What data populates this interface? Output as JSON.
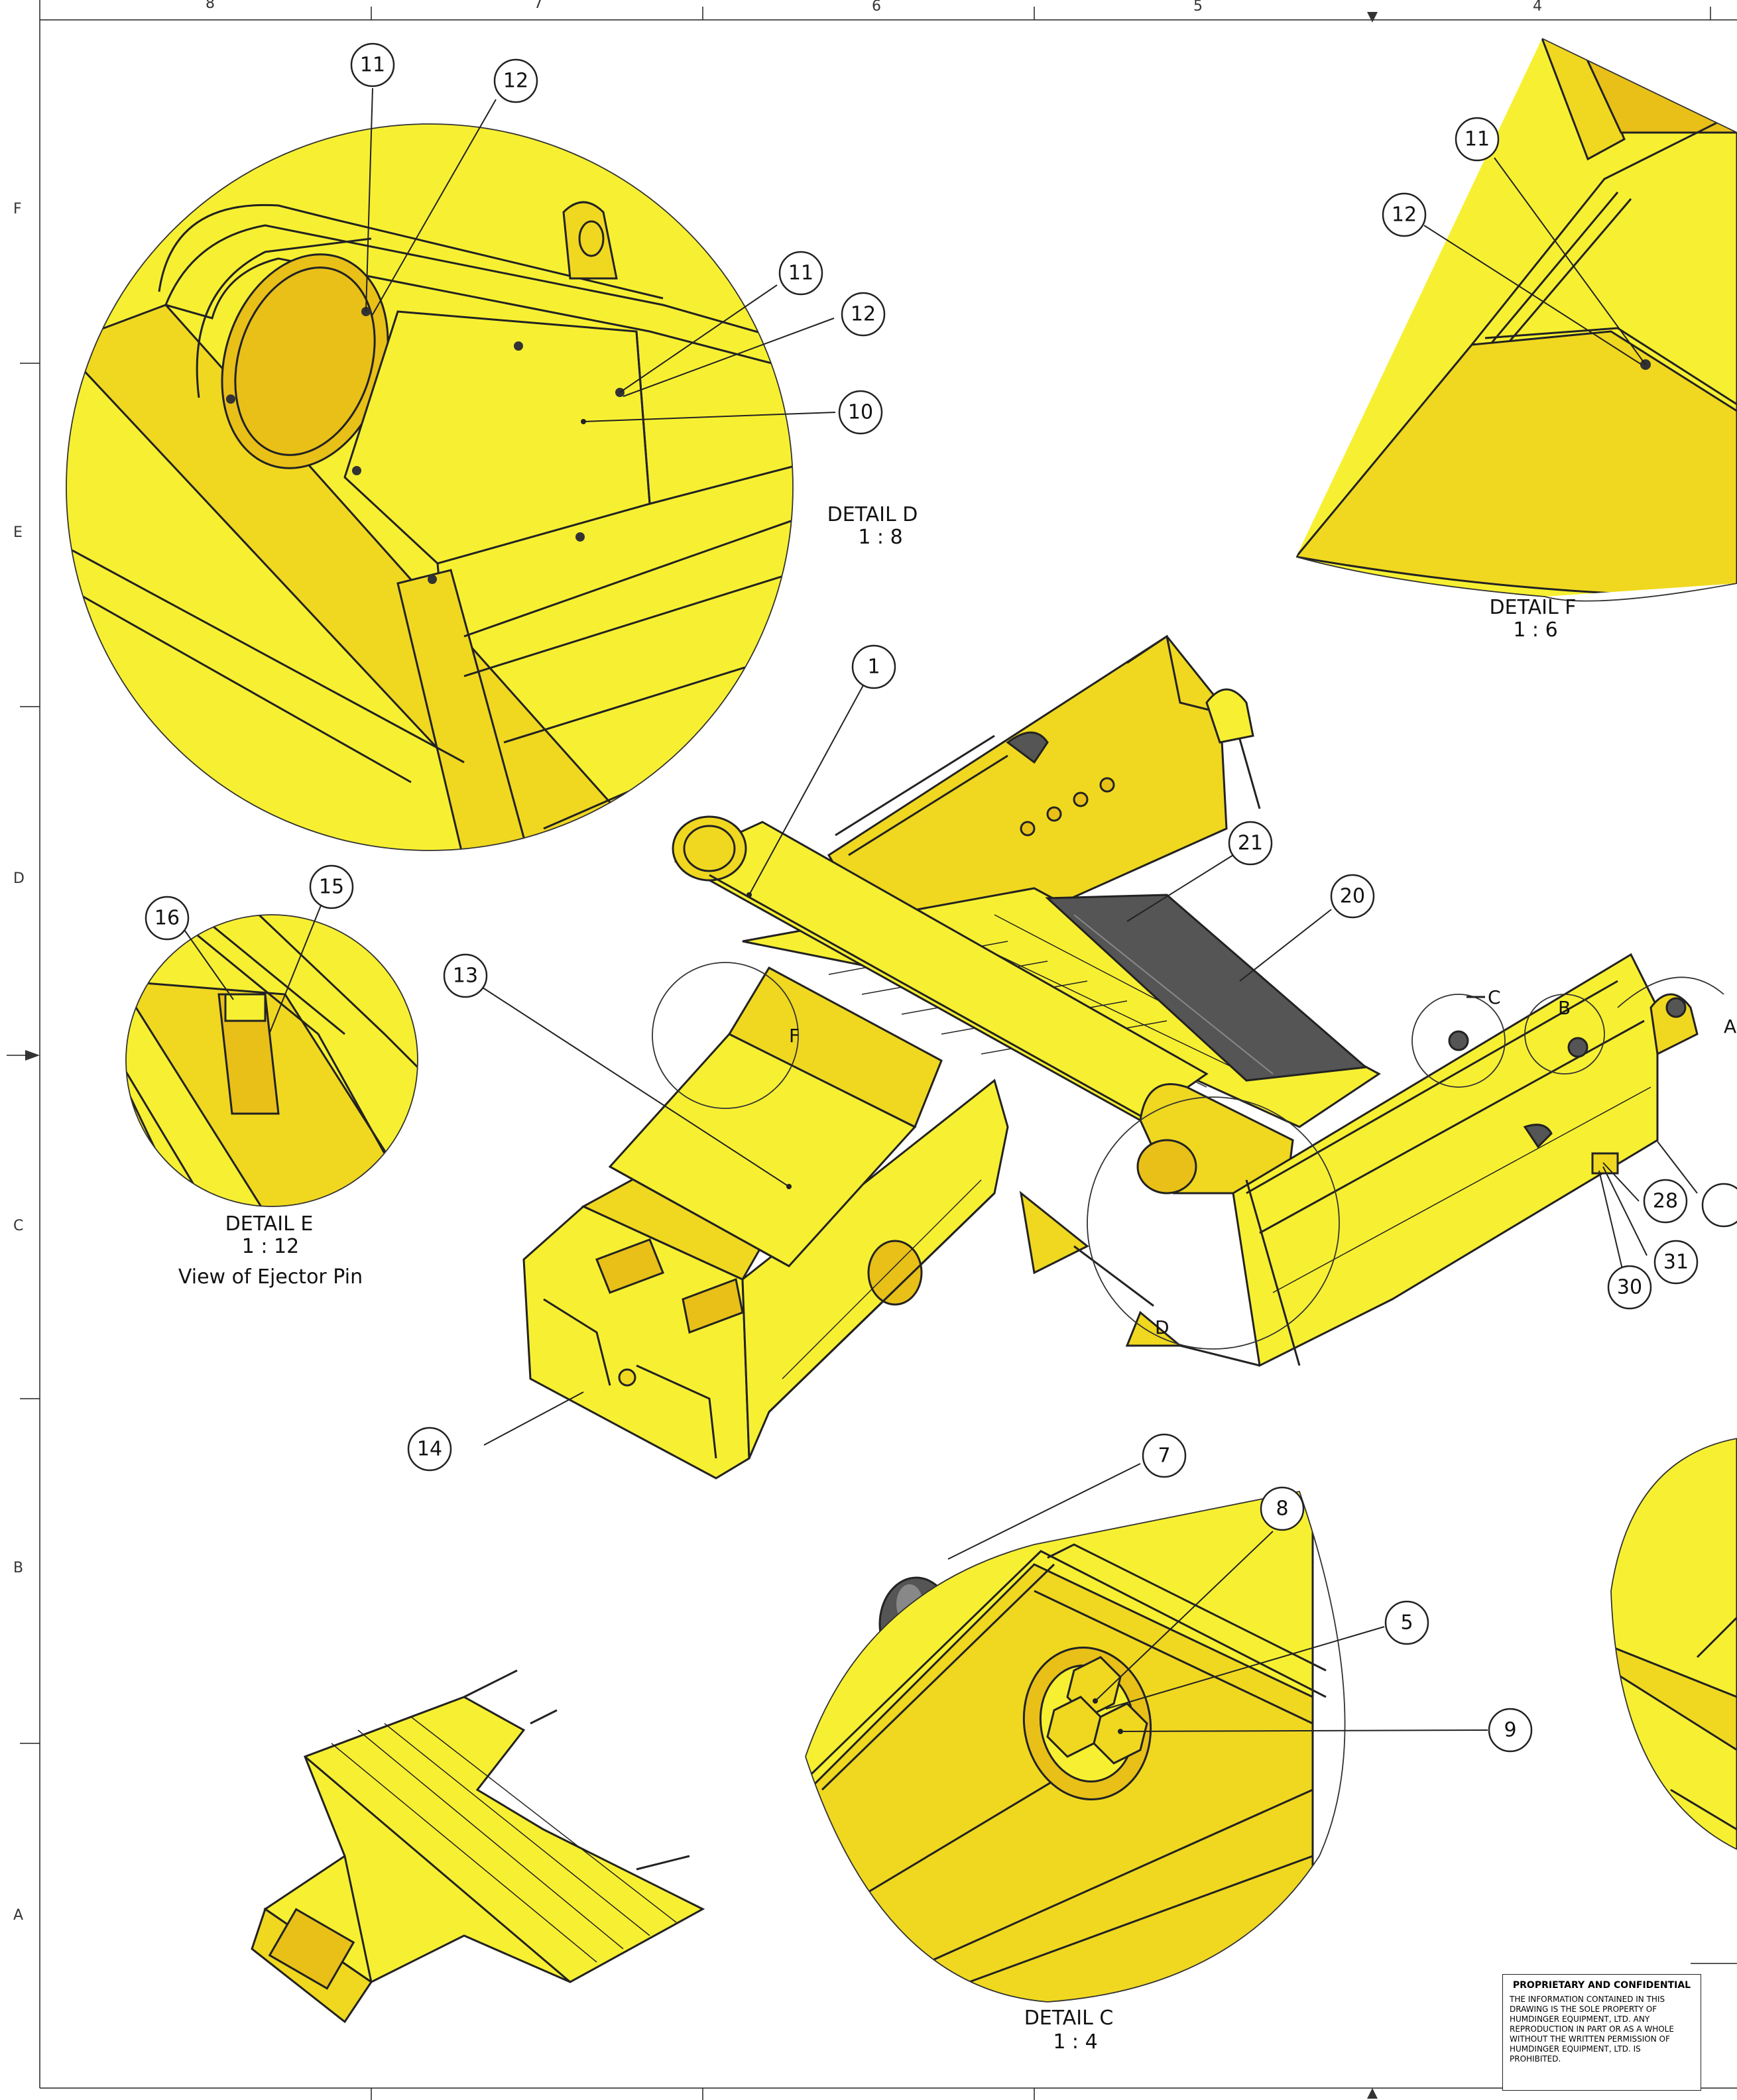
{
  "sheet": {
    "top_zones": [
      "8",
      "7",
      "6",
      "5",
      "4"
    ],
    "left_zones": [
      "F",
      "E",
      "D",
      "C",
      "B",
      "A"
    ]
  },
  "views": {
    "detail_d": {
      "name": "DETAIL D",
      "scale": "1 : 8"
    },
    "detail_f": {
      "name": "DETAIL F",
      "scale": "1 : 6"
    },
    "detail_e": {
      "name": "DETAIL E",
      "scale": "1 : 12",
      "caption": "View of Ejector Pin"
    },
    "detail_c": {
      "name": "DETAIL C",
      "scale": "1 : 4"
    }
  },
  "callout_letters": [
    "C",
    "B",
    "A",
    "F",
    "D"
  ],
  "balloons": {
    "d_11": "11",
    "d_12": "12",
    "d_11b": "11",
    "d_12b": "12",
    "d_10": "10",
    "f_11": "11",
    "f_12": "12",
    "e_16": "16",
    "e_15": "15",
    "m_1": "1",
    "m_21": "21",
    "m_20": "20",
    "m_13": "13",
    "m_14": "14",
    "m_28": "28",
    "m_31": "31",
    "m_30": "30",
    "c_7": "7",
    "c_8": "8",
    "c_5": "5",
    "c_9": "9"
  },
  "confidential": {
    "title": "PROPRIETARY AND CONFIDENTIAL",
    "body": "THE INFORMATION CONTAINED IN THIS DRAWING IS THE SOLE PROPERTY OF HUMDINGER EQUIPMENT, LTD. ANY REPRODUCTION IN PART OR AS A WHOLE WITHOUT THE WRITTEN PERMISSION OF HUMDINGER EQUIPMENT, LTD. IS PROHIBITED."
  },
  "colors": {
    "part_yellow": "#f7f032",
    "shade_yellow": "#f0d820",
    "rubber_gray": "#555555"
  }
}
